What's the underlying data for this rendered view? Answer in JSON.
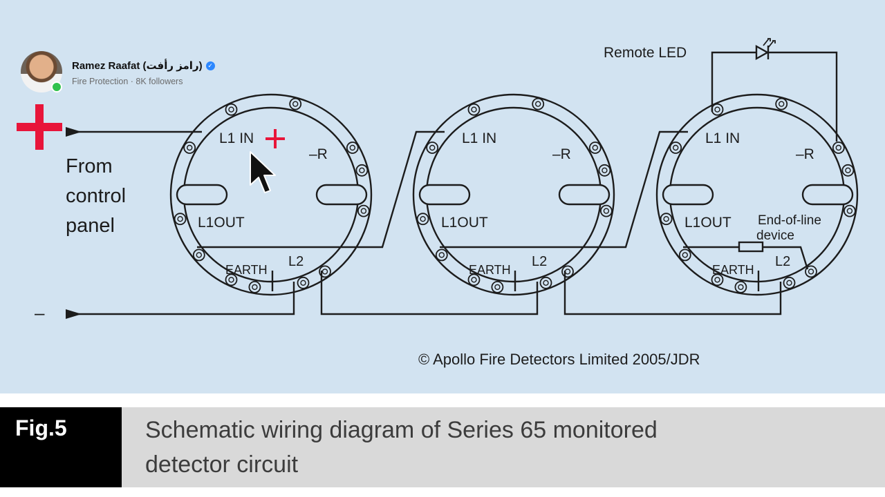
{
  "author": {
    "name": "Ramez Raafat (رامز رأفت)",
    "subtitle": "Fire Protection · 8K followers"
  },
  "diagram": {
    "remote_led": "Remote LED",
    "from_control_panel": [
      "From",
      "control",
      "panel"
    ],
    "plus_symbol": "+",
    "minus_symbol": "–",
    "detectors": [
      {
        "l1_in": "L1 IN",
        "r": "–R",
        "l1_out": "L1OUT",
        "earth": "EARTH",
        "l2": "L2"
      },
      {
        "l1_in": "L1 IN",
        "r": "–R",
        "l1_out": "L1OUT",
        "earth": "EARTH",
        "l2": "L2"
      },
      {
        "l1_in": "L1 IN",
        "r": "–R",
        "l1_out": "L1OUT",
        "earth": "EARTH",
        "l2": "L2"
      }
    ],
    "end_of_line": [
      "End-of-line",
      "device"
    ],
    "copyright": "© Apollo Fire Detectors Limited 2005/JDR"
  },
  "caption": {
    "fig": "Fig.5",
    "text": "Schematic wiring diagram of Series 65 monitored\ndetector circuit"
  },
  "colors": {
    "diagram_bg": "#d2e3f1",
    "line": "#1c1c1c",
    "annotation_red": "#e8153a",
    "caption_bg": "#d9d9d9",
    "fig_bg": "#000000"
  },
  "icons": [
    "verified-badge-icon",
    "led-icon",
    "resistor-icon",
    "mouse-cursor-icon",
    "red-plus-icon"
  ]
}
